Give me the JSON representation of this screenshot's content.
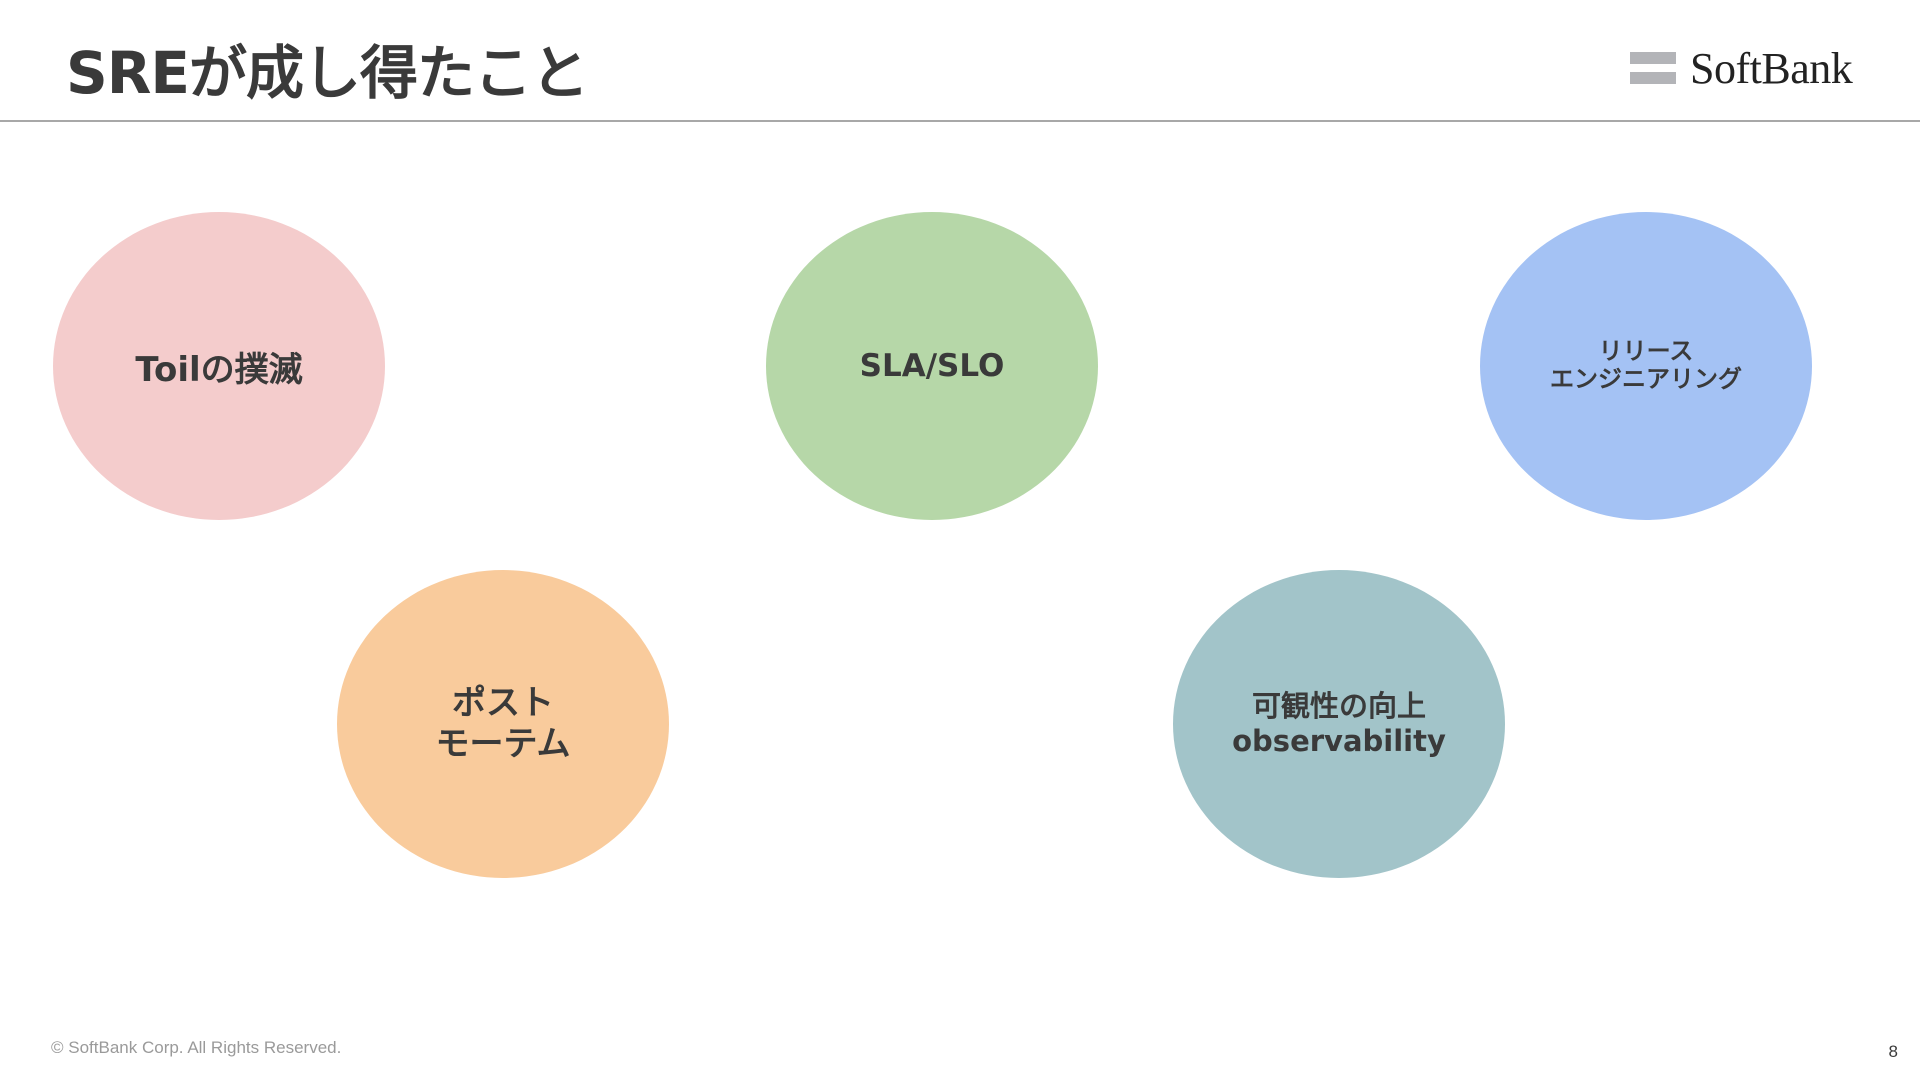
{
  "header": {
    "title": "SREが成し得たこと",
    "logo_text": "SoftBank"
  },
  "bubbles": {
    "toil": {
      "lines": [
        "Toilの撲滅"
      ],
      "color": "#f4cccc"
    },
    "sla": {
      "lines": [
        "SLA/SLO"
      ],
      "color": "#b6d7a8"
    },
    "release": {
      "lines": [
        "リリース",
        "エンジニアリング"
      ],
      "color": "#a4c2f4"
    },
    "postmortem": {
      "lines": [
        "ポスト",
        "モーテム"
      ],
      "color": "#f9cb9c"
    },
    "observability": {
      "lines": [
        "可観性の向上",
        "observability"
      ],
      "color": "#a2c4c9"
    }
  },
  "footer": {
    "copyright": "© SoftBank Corp. All Rights Reserved.",
    "page_number": "8"
  }
}
